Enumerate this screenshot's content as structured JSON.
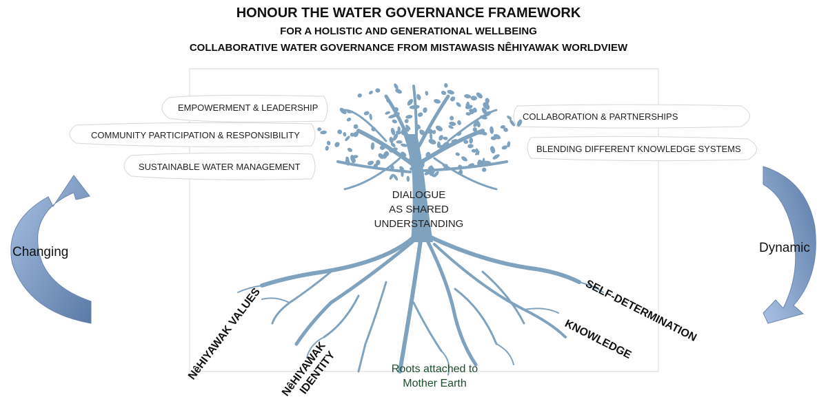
{
  "title": {
    "line1": "HONOUR THE WATER GOVERNANCE FRAMEWORK",
    "line2": "FOR A HOLISTIC AND GENERATIONAL WELLBEING",
    "line3": "COLLABORATIVE WATER GOVERNANCE FROM MISTAWASIS NÊHIYAWAK WORLDVIEW"
  },
  "left_branches": [
    "EMPOWERMENT & LEADERSHIP",
    "COMMUNITY PARTICIPATION & RESPONSIBILITY",
    "SUSTAINABLE WATER MANAGEMENT"
  ],
  "right_branches": [
    "COLLABORATION & PARTNERSHIPS",
    "BLENDING DIFFERENT KNOWLEDGE SYSTEMS"
  ],
  "trunk": {
    "line1": "DIALOGUE",
    "line2": "AS SHARED",
    "line3": "UNDERSTANDING"
  },
  "cycle": {
    "left": "Changing",
    "right": "Dynamic"
  },
  "roots": {
    "values": "NêHIYAWAK VALUES",
    "identity_line1": "NêHIYAWAK",
    "identity_line2": "IDENTITY",
    "self_determination": "SELF-DETERMINATION",
    "knowledge": "KNOWLEDGE",
    "earth_line1": "Roots attached to",
    "earth_line2": "Mother Earth"
  },
  "colors": {
    "tree": "#7fa3bf",
    "arrow_light": "#a9c1e3",
    "arrow_dark": "#5a7aa6",
    "earth_text": "#1e4d2e"
  }
}
